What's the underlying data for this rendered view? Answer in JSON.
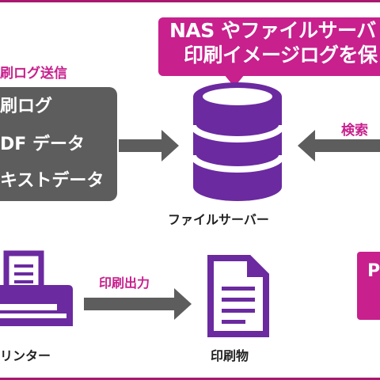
{
  "callout": {
    "line1": "NAS やファイルサーバ",
    "line2": "印刷イメージログを保"
  },
  "labels": {
    "send": "刷ログ送信",
    "search": "検索",
    "output": "印刷出力"
  },
  "data_box": {
    "lines": [
      "刷ログ",
      "DF データ",
      "キストデータ"
    ]
  },
  "captions": {
    "server": "ファイルサーバー",
    "printer": "リンター",
    "paper": "印刷物"
  },
  "pdf_box": {
    "letter": "P"
  },
  "colors": {
    "accent": "#c8208d",
    "icon": "#6b2aa0",
    "arrow": "#5d5d5d",
    "box": "#5d5d5d"
  }
}
